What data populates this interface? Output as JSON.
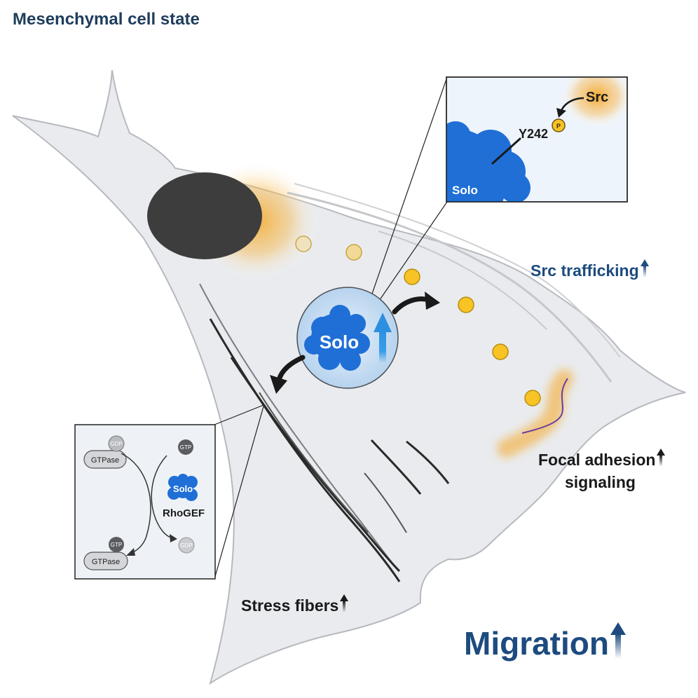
{
  "title": "Mesenchymal cell state",
  "inset_top": {
    "label_solo": "Solo",
    "label_site": "Y242",
    "label_phospho": "P",
    "label_src": "Src"
  },
  "center": {
    "label_solo": "Solo"
  },
  "inset_bottom": {
    "gdp_top": "GDP",
    "gtpase_top": "GTPase",
    "gtp_top": "GTP",
    "solo": "Solo",
    "rhogef": "RhoGEF",
    "gtp_bottom": "GTP",
    "gtpase_bottom": "GTPase",
    "gdp_bottom": "GDP"
  },
  "outcomes": {
    "src_trafficking": "Src trafficking",
    "focal_line1": "Focal adhesion",
    "focal_line2": "signaling",
    "stress_fibers": "Stress fibers",
    "migration": "Migration"
  },
  "colors": {
    "title": "#1f3d5c",
    "navy": "#1d4b7f",
    "solo_blue": "#1f6fd6",
    "up_arrow": "#3a9de8",
    "src_orange": "#f5a623",
    "vesicle": "#f7c325",
    "cell_fill": "#e9ebee",
    "nucleus": "#3d3d3d",
    "adhesion_line": "#6b3fa0"
  }
}
